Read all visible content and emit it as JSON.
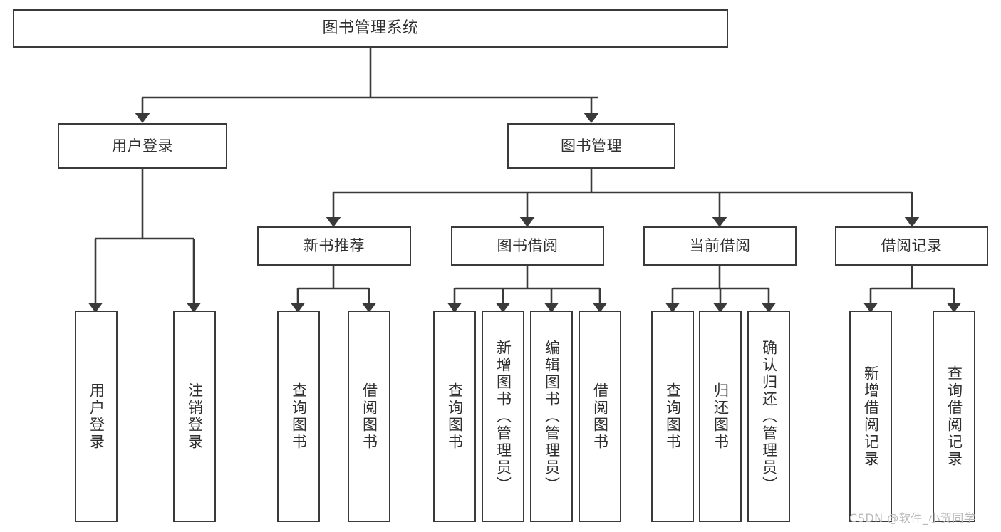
{
  "diagram": {
    "title": "图书管理系统",
    "type": "tree-hierarchy-diagram",
    "watermark": "CSDN @软件_小贺同学",
    "colors": {
      "stroke": "#3a3a3a",
      "text": "#2f2f2f",
      "background": "#ffffff",
      "watermark": "#b9b9b9"
    },
    "nodes": {
      "root": {
        "label": "图书管理系统"
      },
      "level2": [
        {
          "label": "用户登录"
        },
        {
          "label": "图书管理"
        }
      ],
      "level3": [
        {
          "label": "新书推荐"
        },
        {
          "label": "图书借阅"
        },
        {
          "label": "当前借阅"
        },
        {
          "label": "借阅记录"
        }
      ],
      "leaves": {
        "user_login": [
          {
            "label": "用户登录"
          },
          {
            "label": "注销登录"
          }
        ],
        "new_book_rec": [
          {
            "label": "查询图书"
          },
          {
            "label": "借阅图书"
          }
        ],
        "book_borrow": [
          {
            "label": "查询图书"
          },
          {
            "label": "新增图书（管理员）"
          },
          {
            "label": "编辑图书（管理员）"
          },
          {
            "label": "借阅图书"
          }
        ],
        "current_borrow": [
          {
            "label": "查询图书"
          },
          {
            "label": "归还图书"
          },
          {
            "label": "确认归还（管理员）"
          }
        ],
        "borrow_record": [
          {
            "label": "新增借阅记录"
          },
          {
            "label": "查询借阅记录"
          }
        ]
      }
    }
  }
}
